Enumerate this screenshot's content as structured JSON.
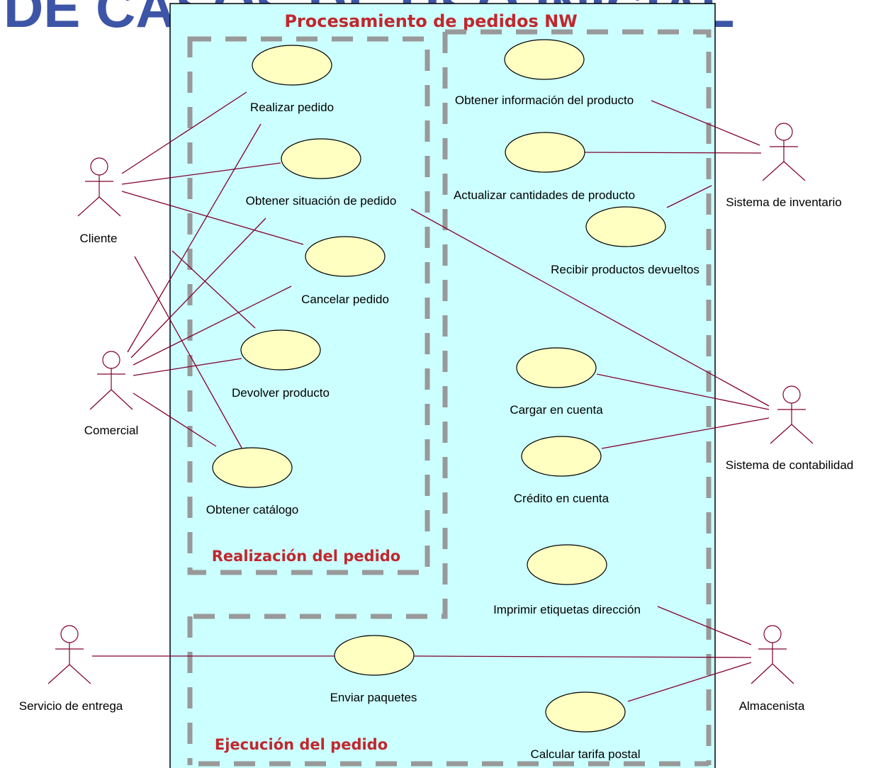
{
  "background_title": "DE CASOS DE USO INICIAL",
  "system_boundary": {
    "title": "Procesamiento de pedidos NW"
  },
  "packages": [
    {
      "id": "realizacion",
      "title": "Realización del pedido"
    },
    {
      "id": "ejecucion",
      "title": "Ejecución del pedido"
    }
  ],
  "actors": [
    {
      "id": "cliente",
      "label": "Cliente"
    },
    {
      "id": "comercial",
      "label": "Comercial"
    },
    {
      "id": "servicio",
      "label": "Servicio de entrega"
    },
    {
      "id": "inventario",
      "label": "Sistema de inventario"
    },
    {
      "id": "contabilidad",
      "label": "Sistema de contabilidad"
    },
    {
      "id": "almacenista",
      "label": "Almacenista"
    }
  ],
  "use_cases": [
    {
      "id": "realizar",
      "label": "Realizar pedido"
    },
    {
      "id": "situacion",
      "label": "Obtener situación de pedido"
    },
    {
      "id": "cancelar",
      "label": "Cancelar pedido"
    },
    {
      "id": "devolver",
      "label": "Devolver producto"
    },
    {
      "id": "catalogo",
      "label": "Obtener catálogo"
    },
    {
      "id": "info",
      "label": "Obtener información del producto"
    },
    {
      "id": "actualizar",
      "label": "Actualizar cantidades de producto"
    },
    {
      "id": "recibir",
      "label": "Recibir productos devueltos"
    },
    {
      "id": "cargar",
      "label": "Cargar en cuenta"
    },
    {
      "id": "credito",
      "label": "Crédito en cuenta"
    },
    {
      "id": "imprimir",
      "label": "Imprimir etiquetas dirección"
    },
    {
      "id": "enviar",
      "label": "Enviar paquetes"
    },
    {
      "id": "tarifa",
      "label": "Calcular tarifa postal"
    }
  ],
  "colors": {
    "boundary_fill": "#ccffff",
    "use_case_fill": "#ffffc2",
    "association": "#800030",
    "package_border": "#999999",
    "title_red": "#c0272d",
    "background_title": "#3d55a6"
  }
}
